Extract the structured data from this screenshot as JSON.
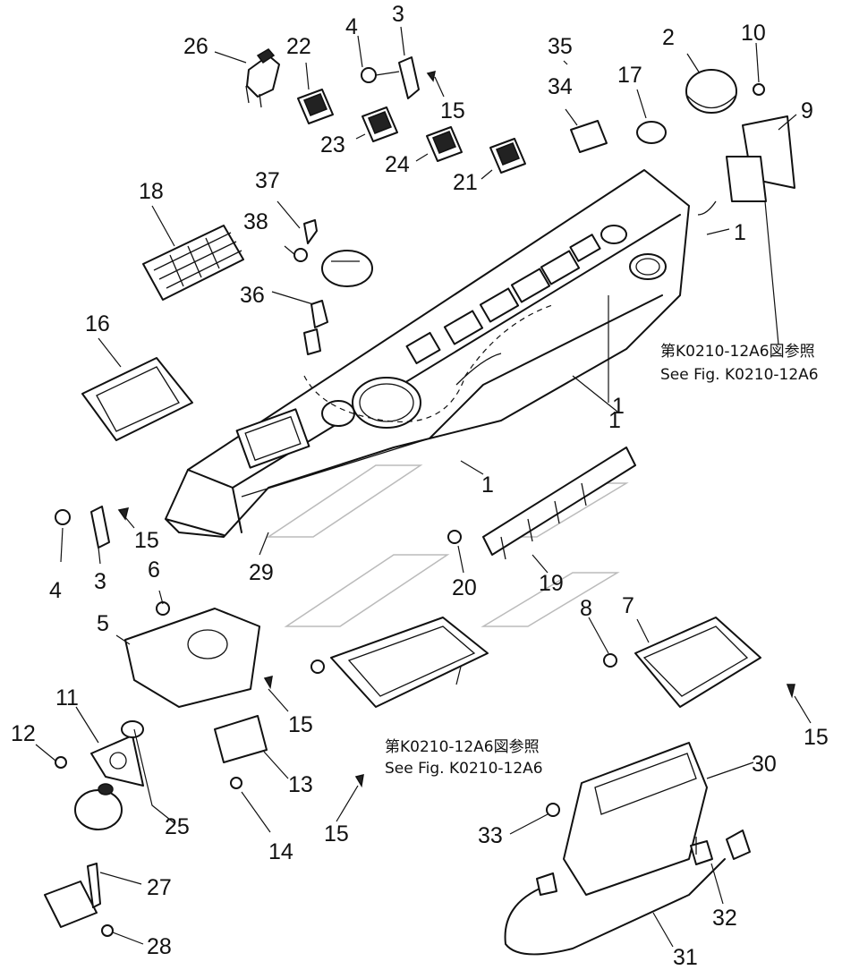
{
  "diagram": {
    "callouts": [
      "26",
      "22",
      "4",
      "3",
      "35",
      "34",
      "17",
      "2",
      "10",
      "9",
      "15",
      "23",
      "24",
      "21",
      "1",
      "37",
      "18",
      "38",
      "36",
      "16",
      "1",
      "1",
      "1",
      "4",
      "3",
      "15",
      "29",
      "6",
      "20",
      "19",
      "8",
      "7",
      "5",
      "15",
      "11",
      "12",
      "13",
      "15",
      "25",
      "14",
      "15",
      "30",
      "33",
      "27",
      "32",
      "28",
      "31"
    ],
    "references": [
      {
        "jp": "第K0210-12A6図参照",
        "en": "See Fig. K0210-12A6"
      },
      {
        "jp": "第K0210-12A6図参照",
        "en": "See Fig. K0210-12A6"
      }
    ]
  }
}
